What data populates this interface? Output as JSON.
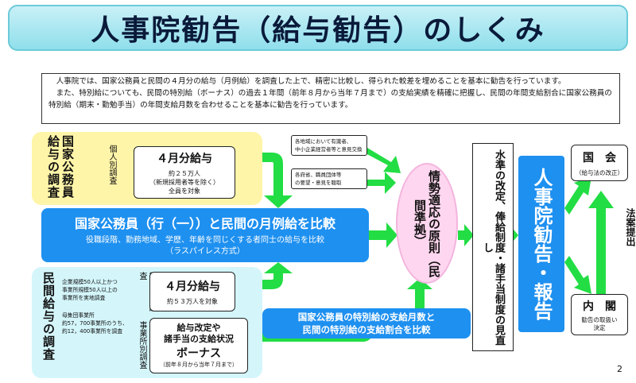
{
  "title": "人事院勧告（給与勧告）のしくみ",
  "intro": {
    "p1": "人事院では、国家公務員と民間の４月分の給与（月例給）を調査した上で、精密に比較し、得られた較差を埋めることを基本に勧告を行っています。",
    "p2": "また、特別給についても、民間の特別給（ボーナス）の過去１年間（前年８月から当年７月まで）の支給実績を精確に把握し、民間の年間支給割合に国家公務員の特別給（期末・勤勉手当）の年間支給月数を合わせることを基本に勧告を行っています。"
  },
  "gov_survey": {
    "heading": "国家公務員給与の調査",
    "sub_label": "個人別調査",
    "box_title": "４月分給与",
    "box_line1": "約２５万人",
    "box_line2": "（新規採用者等を除く）",
    "box_line3": "全員を対象"
  },
  "compare": {
    "title": "国家公務員（行（一））と民間の月例給を比較",
    "sub1": "役職段階、勤務地域、学歴、年齢を同じくする者同士の給与を比較",
    "sub2": "（ラスパイレス方式）"
  },
  "private_survey": {
    "heading": "民間給与の調査",
    "criteria_line1": "企業規模50人以上かつ",
    "criteria_line2": "事業所規模50人以上の",
    "criteria_line3": "事業所を実地調査",
    "pop_line1": "母集団事業所",
    "pop_line2": "約57，700事業所のうち、",
    "pop_line3": "約12，400事業所を調査",
    "employee_label": "従業員別調査",
    "employee_box_title": "４月分給与",
    "employee_box_sub": "約５３万人を対象",
    "office_label": "事業所別調査",
    "office_box_line1": "給与改定や",
    "office_box_line2": "諸手当の支給状況",
    "office_box_title": "ボーナス",
    "office_box_sub": "（前年８月から当年７月まで）"
  },
  "opinions": {
    "box1_line1": "各地域において有識者、",
    "box1_line2": "中小企業経営者等と意見交換",
    "box2_line1": "各府省、職員団体等",
    "box2_line2": "の要望・意見を聴取"
  },
  "principle": "情勢適応の原則（民間準拠）",
  "special_compare": {
    "line1": "国家公務員の特別給の支給月数と",
    "line2": "民間の特別給の支給割合を比較"
  },
  "revision": "水準の改定、俸給制度・諸手当制度の見直し",
  "report": "人事院勧告・報告",
  "diet": {
    "title": "国　会",
    "sub": "（給与法の改正）"
  },
  "cabinet": {
    "title": "内　閣",
    "sub_line1": "勧告の取扱い",
    "sub_line2": "決定"
  },
  "submit": "法案提出",
  "page_number": "2",
  "colors": {
    "blue": "#1e90f0",
    "green": "#22dd44",
    "yellow": "#fff5a8",
    "cyan": "#d4f6fb",
    "pink": "#ffd6ef"
  }
}
